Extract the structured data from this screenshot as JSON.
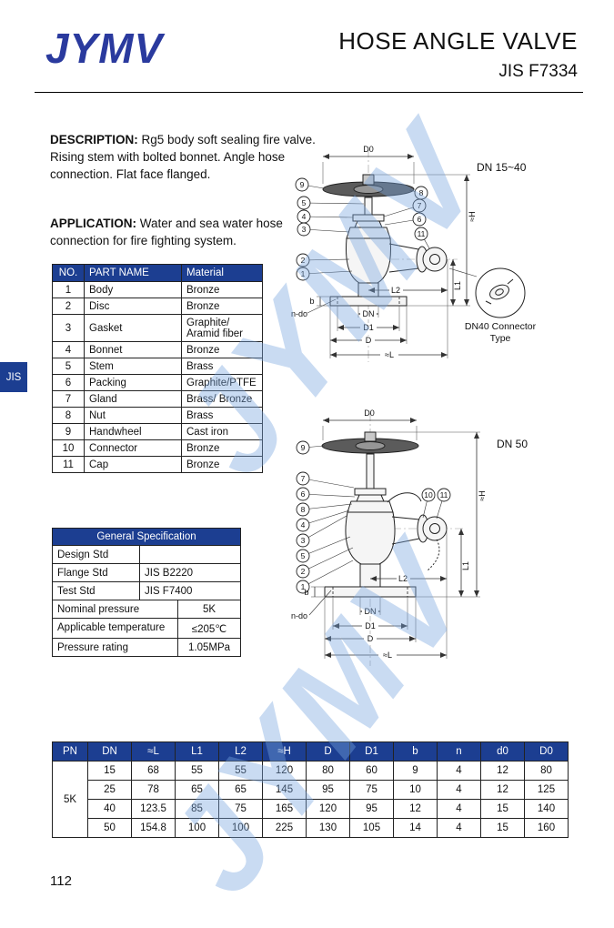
{
  "header": {
    "logo": "JYMV",
    "title": "HOSE ANGLE VALVE",
    "subtitle": "JIS F7334"
  },
  "side_tab": "JIS",
  "description": {
    "label": "DESCRIPTION:",
    "text": "Rg5 body soft sealing fire valve. Rising stem with bolted bonnet. Angle hose connection. Flat face flanged."
  },
  "application": {
    "label": "APPLICATION:",
    "text": "Water and sea water hose connection for fire fighting system."
  },
  "parts_table": {
    "headers": [
      "NO.",
      "PART NAME",
      "Material"
    ],
    "rows": [
      [
        "1",
        "Body",
        "Bronze"
      ],
      [
        "2",
        "Disc",
        "Bronze"
      ],
      [
        "3",
        "Gasket",
        "Graphite/ Aramid fiber"
      ],
      [
        "4",
        "Bonnet",
        "Bronze"
      ],
      [
        "5",
        "Stem",
        "Brass"
      ],
      [
        "6",
        "Packing",
        "Graphite/PTFE"
      ],
      [
        "7",
        "Gland",
        "Brass/ Bronze"
      ],
      [
        "8",
        "Nut",
        "Brass"
      ],
      [
        "9",
        "Handwheel",
        "Cast iron"
      ],
      [
        "10",
        "Connector",
        "Bronze"
      ],
      [
        "11",
        "Cap",
        "Bronze"
      ]
    ]
  },
  "spec_table": {
    "title": "General Specification",
    "rows": [
      [
        "Design Std",
        ""
      ],
      [
        "Flange Std",
        "JIS B2220"
      ],
      [
        "Test Std",
        "JIS F7400"
      ],
      [
        "Nominal pressure",
        "5K"
      ],
      [
        "Applicable temperature",
        "≤205℃"
      ],
      [
        "Pressure rating",
        "1.05MPa"
      ]
    ]
  },
  "drawings": {
    "dims": {
      "d0": "D0",
      "h": "≈H",
      "l1": "L1",
      "l2": "L2",
      "dn": "DN",
      "d1": "D1",
      "d": "D",
      "l": "≈L",
      "ndo": "n-do",
      "b": "b"
    },
    "callouts": {
      "n1": "1",
      "n2": "2",
      "n3": "3",
      "n4": "4",
      "n5": "5",
      "n6": "6",
      "n7": "7",
      "n8": "8",
      "n9": "9",
      "n10": "10",
      "n11": "11"
    },
    "drawing1": {
      "title": "DN 15~40",
      "connector_caption_1": "DN40 Connector",
      "connector_caption_2": "Type"
    },
    "drawing2": {
      "title": "DN 50"
    }
  },
  "dim_table": {
    "headers": [
      "PN",
      "DN",
      "≈L",
      "L1",
      "L2",
      "≈H",
      "D",
      "D1",
      "b",
      "n",
      "d0",
      "D0"
    ],
    "pn": "5K",
    "rows": [
      [
        "15",
        "68",
        "55",
        "55",
        "120",
        "80",
        "60",
        "9",
        "4",
        "12",
        "80"
      ],
      [
        "25",
        "78",
        "65",
        "65",
        "145",
        "95",
        "75",
        "10",
        "4",
        "12",
        "125"
      ],
      [
        "40",
        "123.5",
        "85",
        "75",
        "165",
        "120",
        "95",
        "12",
        "4",
        "15",
        "140"
      ],
      [
        "50",
        "154.8",
        "100",
        "100",
        "225",
        "130",
        "105",
        "14",
        "4",
        "15",
        "160"
      ]
    ]
  },
  "watermark": "JYMV",
  "page_number": "112"
}
